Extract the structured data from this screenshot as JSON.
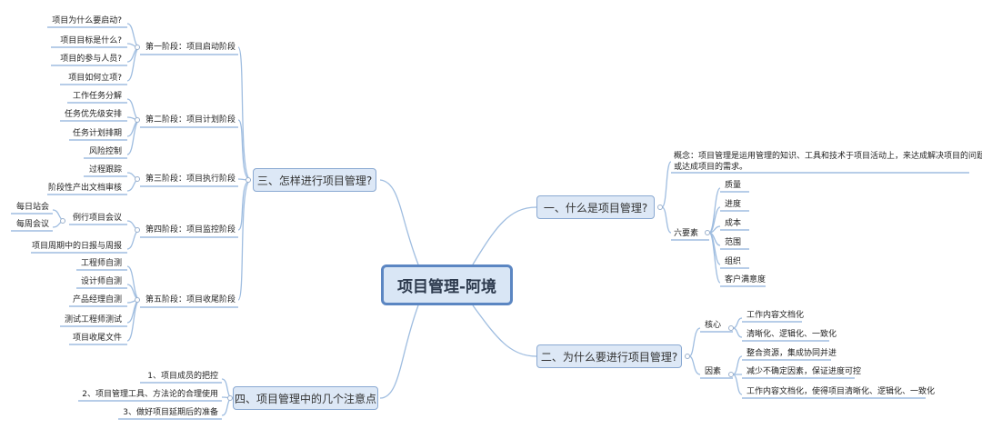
{
  "root": "项目管理-阿境",
  "b1": {
    "label": "一、什么是项目管理?",
    "concept_l1": "概念：项目管理是运用管理的知识、工具和技术于项目活动上，来达成解决项目的问题",
    "concept_l2": "或达成项目的需求。",
    "six": "六要素",
    "items": [
      "质量",
      "进度",
      "成本",
      "范围",
      "组织",
      "客户满意度"
    ]
  },
  "b2": {
    "label": "二、为什么要进行项目管理?",
    "core": "核心",
    "core_items": [
      "工作内容文档化",
      "清晰化、逻辑化、一致化"
    ],
    "factor": "因素",
    "factor_items": [
      "整合资源，集成协同并进",
      "减少不确定因素，保证进度可控",
      "工作内容文档化，使得项目清晰化、逻辑化、一致化"
    ]
  },
  "b3": {
    "label": "三、怎样进行项目管理?",
    "stages": [
      {
        "label": "第一阶段：项目启动阶段",
        "items": [
          "项目为什么要启动?",
          "项目目标是什么?",
          "项目的参与人员?",
          "项目如何立项?"
        ]
      },
      {
        "label": "第二阶段：项目计划阶段",
        "items": [
          "工作任务分解",
          "任务优先级安排",
          "任务计划排期",
          "风险控制"
        ]
      },
      {
        "label": "第三阶段：项目执行阶段",
        "items": [
          "过程跟踪",
          "阶段性产出文档审核"
        ]
      },
      {
        "label": "第四阶段：项目监控阶段",
        "items": [
          "例行项目会议",
          "项目周期中的日报与周报"
        ],
        "sub": [
          "每日站会",
          "每周会议"
        ]
      },
      {
        "label": "第五阶段：项目收尾阶段",
        "items": [
          "工程师自测",
          "设计师自测",
          "产品经理自测",
          "测试工程师测试",
          "项目收尾文件"
        ]
      }
    ]
  },
  "b4": {
    "label": "四、项目管理中的几个注意点",
    "items": [
      "1、项目成员的把控",
      "2、项目管理工具、方法论的合理使用",
      "3、做好项目延期后的准备"
    ]
  },
  "colors": {
    "line": "#9fbde0",
    "underline": "#6f9bd1",
    "root_border": "#5b86c2",
    "branch_fill": "#dde8f6"
  }
}
